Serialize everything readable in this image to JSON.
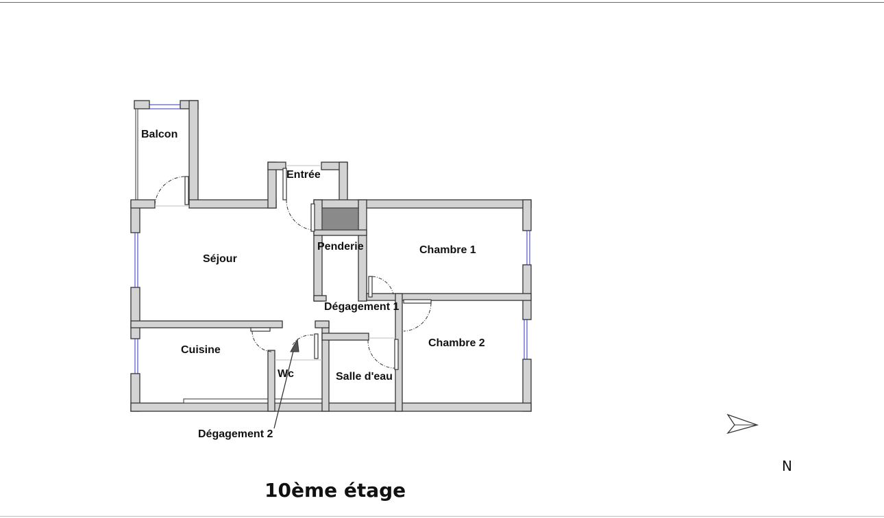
{
  "plan": {
    "rooms": {
      "balcon": "Balcon",
      "entree": "Entrée",
      "sejour": "Séjour",
      "penderie": "Penderie",
      "chambre1": "Chambre 1",
      "degagement1": "Dégagement 1",
      "chambre2": "Chambre 2",
      "cuisine": "Cuisine",
      "wc": "Wc",
      "salle_eau": "Salle d'eau",
      "degagement2": "Dégagement 2"
    },
    "floor_title": "10ème étage",
    "compass_label": "N",
    "colors": {
      "wall_fill": "#d3d3d3",
      "wall_stroke": "#333333",
      "window": "#3030c0",
      "storage_fill": "#8a8a8a"
    }
  }
}
